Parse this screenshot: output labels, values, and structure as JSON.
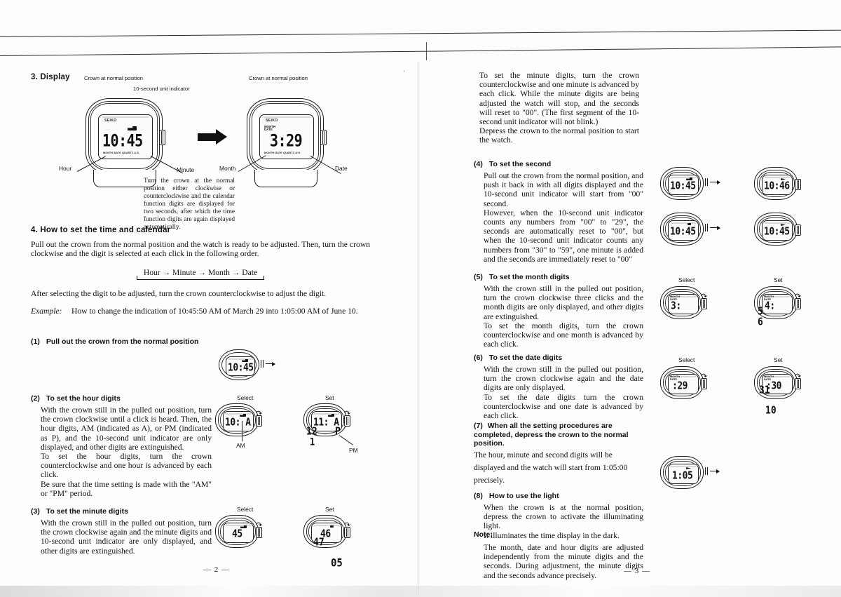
{
  "document": {
    "kind": "scanned-manual-spread",
    "left_page_number": "— 2 —",
    "right_page_number": "— 3 —"
  },
  "left_page": {
    "section3": {
      "heading": "3.  Display",
      "caption_left": "Crown at normal position",
      "caption_right": "Crown at normal position",
      "callout_ten_second": "10-second unit indicator",
      "labels": {
        "hour": "Hour",
        "minute": "Minute",
        "month": "Month",
        "date": "Date"
      },
      "watch_time": {
        "brand": "SEIKO",
        "digits": "10:45",
        "footmark": "MONTH·DATE     QUARTZ A·D"
      },
      "watch_calendar": {
        "brand": "SEIKO",
        "digits": "3:29",
        "mode_label": "MONTH\nDATE",
        "footmark": "MONTH·DATE     QUARTZ A·D"
      },
      "note_text": "Turn the crown at the normal position either clockwise or counterclockwise and the calendar function digits are displayed for two seconds, after which the time function digits are again displayed automatically."
    },
    "section4": {
      "heading": "4.  How to set the time and calendar",
      "intro": "Pull out the crown from the normal position and the watch is ready to be adjusted. Then, turn the crown clockwise and the digit is selected at each click in the following order.",
      "flow": "Hour → Minute → Month → Date",
      "after_flow": "After selecting the digit to be adjusted, turn the crown counterclockwise to adjust the digit.",
      "example_label": "Example:",
      "example_text": "How to change the indication of 10:45:50 AM of March 29 into 1:05:00 AM of June 10."
    },
    "steps": [
      {
        "number": "(1)",
        "title": "Pull out the crown from the normal position",
        "body": "",
        "figures": [
          {
            "caption": "",
            "digits": "10:45",
            "indicator": "flag",
            "crown": "pulled-arrow"
          }
        ]
      },
      {
        "number": "(2)",
        "title": "To set the hour digits",
        "body": "With the crown still in the pulled out position, turn the crown clockwise until a click is heard. Then, the hour digits, AM (indicated as A), or PM (indicated as P), and the 10-second unit indicator are only displayed, and other digits are extinguished.\nTo set the hour digits, turn the crown counterclockwise and one hour is advanced by each click.\nBe sure that the time setting is made with the \"AM\" or \"PM\" period.",
        "figures": [
          {
            "caption": "Select",
            "digits": "10: A",
            "label_below": "AM",
            "indicator": "flag",
            "crown": "turn"
          },
          {
            "caption": "Set",
            "digits": "11: A",
            "sequence": [
              "12",
              "P",
              "1"
            ],
            "label_below": "PM",
            "indicator": "flag",
            "crown": "turn"
          }
        ]
      },
      {
        "number": "(3)",
        "title": "To set the minute digits",
        "body": "With the crown still in the pulled out position, turn the crown clockwise again and the minute digits and 10-second unit indicator are only displayed, and other digits are extinguished.",
        "figures": [
          {
            "caption": "Select",
            "digits": "45",
            "indicator": "flag",
            "crown": "turn"
          },
          {
            "caption": "Set",
            "digits": "46",
            "sequence": [
              "47",
              "05"
            ],
            "indicator": "small",
            "crown": "turn"
          }
        ]
      }
    ]
  },
  "right_page": {
    "lead_paragraph": "To set the minute digits, turn the crown counterclockwise and one minute is advanced by each click. While the minute digits are being adjusted the watch will stop, and the seconds will reset to \"00\". (The first segment of the 10-second unit indicator will not blink.)\nDepress the crown to the normal position to start the watch.",
    "steps": [
      {
        "number": "(4)",
        "title": "To set the second",
        "body": "Pull out the crown from the normal position, and push it back in with all digits displayed and the 10-second unit indicator will start from \"00\" second.\nHowever, when the 10-second unit indicator counts any numbers from \"00\" to \"29\", the seconds are automatically reset to \"00\", but when the 10-second unit indicator counts any numbers from \"30\" to \"59\", one minute is added and the seconds are immediately reset to \"00\"",
        "figures": [
          {
            "digits": "10:45",
            "indicator": "flag",
            "crown": "pulled-arrow"
          },
          {
            "digits": "10:46",
            "indicator": "arrow",
            "crown": "plain"
          },
          {
            "digits": "10:45",
            "indicator": "small",
            "crown": "pulled-arrow"
          },
          {
            "digits": "10:45",
            "indicator": "arrow",
            "crown": "plain"
          }
        ]
      },
      {
        "number": "(5)",
        "title": "To set the month digits",
        "body": "With the crown still in the pulled out position, turn the crown clockwise three clicks and the month digits are only displayed, and other digits are extinguished.\nTo set the month digits, turn the crown counterclockwise and one month is advanced by each click.",
        "figures": [
          {
            "caption": "Select",
            "digits": "3:",
            "mode_label": "MONTH\nDATE",
            "crown": "turn"
          },
          {
            "caption": "Set",
            "digits": "4:",
            "mode_label": "MONTH\nDATE",
            "sequence": [
              "5",
              "6"
            ],
            "crown": "turn"
          }
        ]
      },
      {
        "number": "(6)",
        "title": "To set the date digits",
        "body": "With the crown still in the pulled out position, turn the crown clockwise again and the date digits are only displayed.\nTo set the date digits turn the crown counterclockwise and one date is advanced by each click.",
        "figures": [
          {
            "caption": "Select",
            "digits": ":29",
            "mode_label": "MONTH\nDATE",
            "crown": "turn"
          },
          {
            "caption": "Set",
            "digits": ":30",
            "mode_label": "MONTH\nDATE",
            "sequence": [
              "31",
              "10"
            ],
            "crown": "turn"
          }
        ]
      },
      {
        "number": "(7)",
        "title": "When all the setting procedures are completed, depress the crown to the normal position.",
        "body": "The hour, minute and second digits will be displayed and the watch will start from 1:05:00 precisely.",
        "figures": [
          {
            "digits": "1:05",
            "indicator": "arrow",
            "crown": "pulled-arrow"
          }
        ]
      },
      {
        "number": "(8)",
        "title": "How to use the light",
        "body": "When the crown is at the normal position, depress the crown to activate the illuminating light.\nIt illuminates the time display in the dark.",
        "figures": []
      }
    ],
    "note": {
      "heading": "Note:",
      "body": "The month, date and hour digits are adjusted independently from the minute digits and the seconds. During adjustment, the minute digits and the seconds advance precisely."
    }
  }
}
